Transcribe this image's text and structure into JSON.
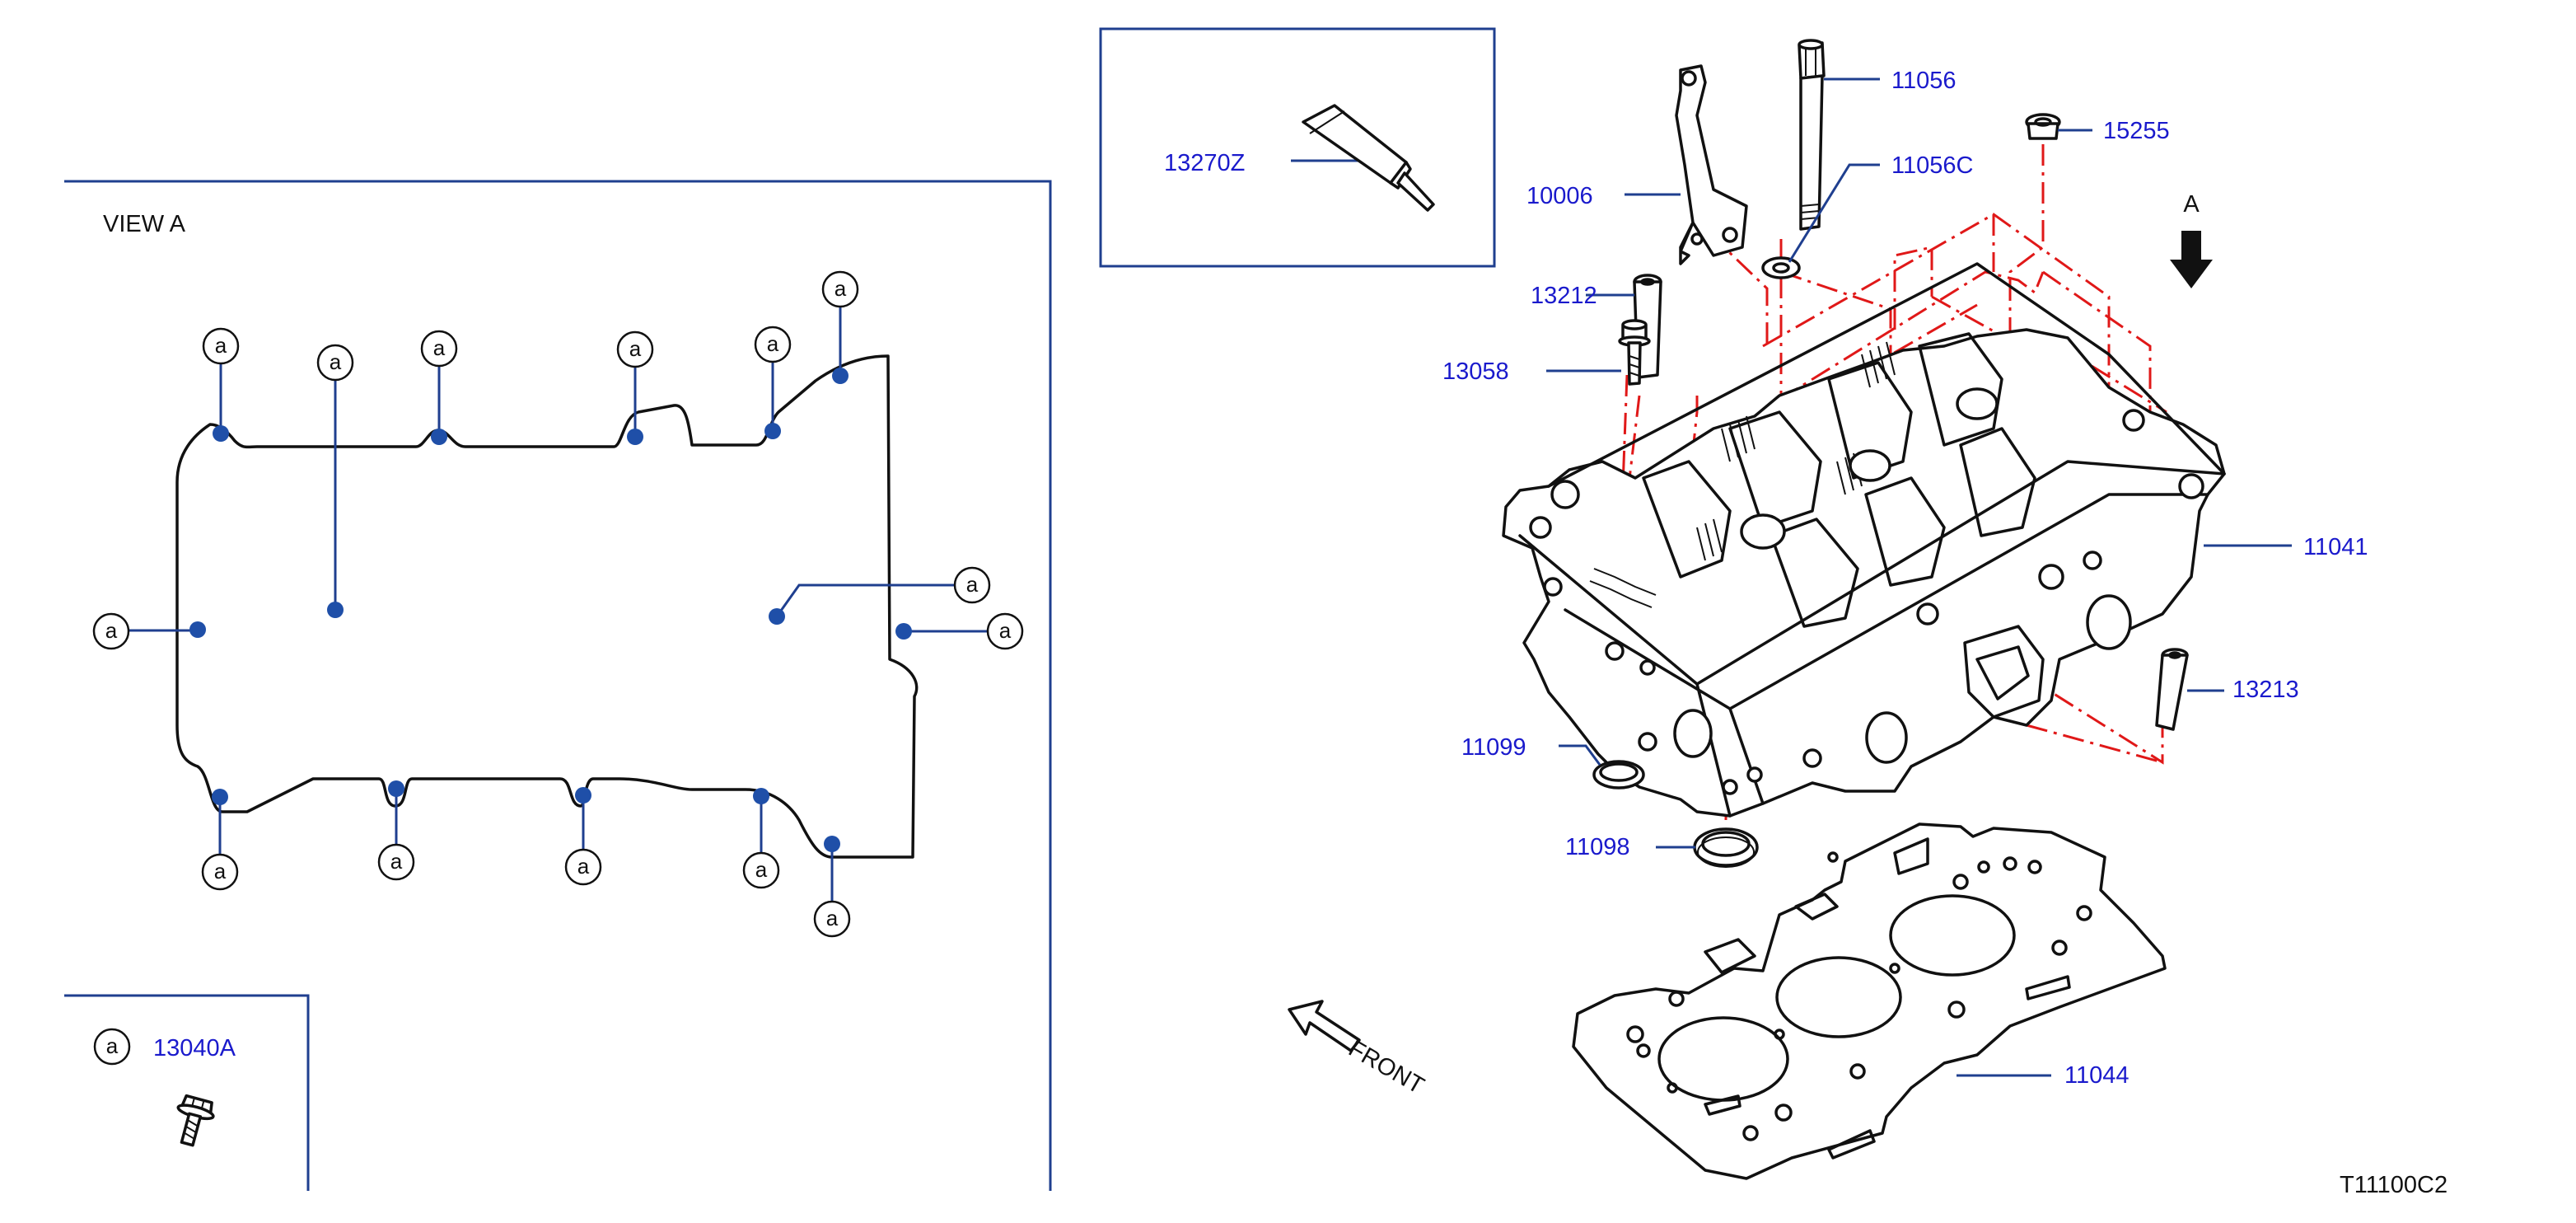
{
  "view_title": "VIEW   A",
  "bolt_marker": "a",
  "legend": {
    "marker": "a",
    "part": "13040A"
  },
  "view_arrow_label": "A",
  "front_label": "FRONT",
  "diagram_code": "T11100C2",
  "parts": {
    "p13270Z": "13270Z",
    "p11056": "11056",
    "p11056C": "11056C",
    "p15255": "15255",
    "p10006": "10006",
    "p13212": "13212",
    "p13058": "13058",
    "p11041": "11041",
    "p13213": "13213",
    "p11099": "11099",
    "p11098": "11098",
    "p11044": "11044"
  }
}
